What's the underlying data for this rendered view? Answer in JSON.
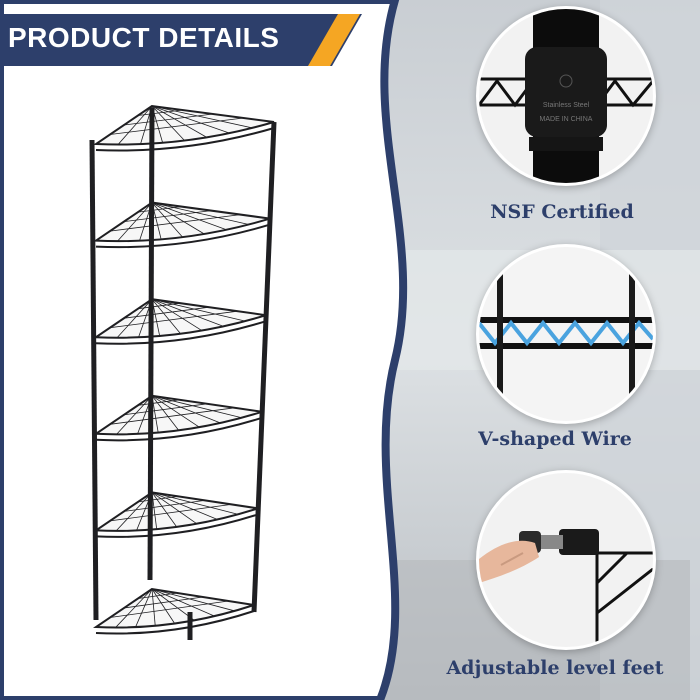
{
  "banner": {
    "title": "PRODUCT DETAILS",
    "bg_color": "#2d3f6b",
    "accent_color": "#f5a623"
  },
  "product": {
    "icon": "corner-wire-shelf-icon",
    "tiers": 6,
    "color": "#1f1f22"
  },
  "features": [
    {
      "label": "NSF Certified",
      "icon": "pole-connector-icon"
    },
    {
      "label": "V-shaped Wire",
      "icon": "v-wire-icon"
    },
    {
      "label": "Adjustable level feet",
      "icon": "leveling-foot-icon"
    }
  ],
  "colors": {
    "text": "#2d3f6b",
    "wave_border": "#2d3f6b",
    "v_wire": "#4aa3df"
  }
}
